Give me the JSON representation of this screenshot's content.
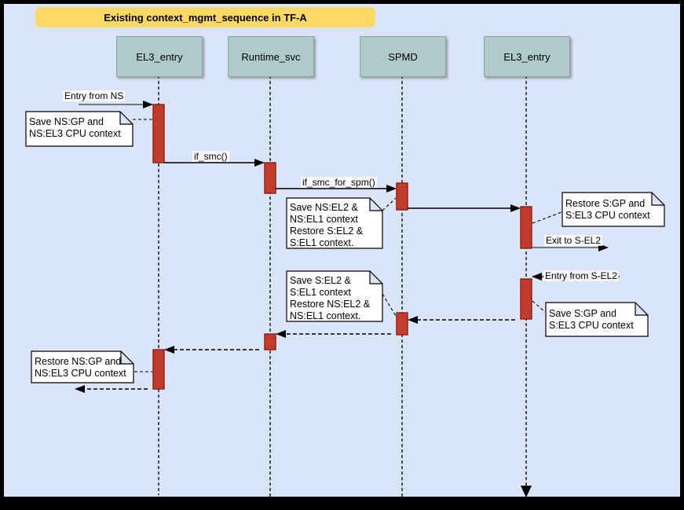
{
  "title": "Existing context_mgmt_sequence in TF-A",
  "actors": [
    {
      "label": "EL3_entry"
    },
    {
      "label": "Runtime_svc"
    },
    {
      "label": "SPMD"
    },
    {
      "label": "EL3_entry"
    }
  ],
  "messages": {
    "entry_from_ns": "Entry from NS",
    "if_smc": "if_smc()",
    "if_smc_for_spm": "if_smc_for_spm()",
    "exit_to_s_el2": "Exit to S-EL2",
    "entry_from_s_el2": "Entry from S-EL2"
  },
  "notes": {
    "save_ns_context": "Save NS:GP and\nNS:EL3 CPU context",
    "save_ns_el2_el1": "Save NS:EL2 &\nNS:EL1 context\nRestore S:EL2 &\nS:EL1 context.",
    "restore_s_context": "Restore S:GP and\nS:EL3 CPU context",
    "save_s_context": "Save S:GP and\nS:EL3 CPU context",
    "save_s_el2_el1": "Save S:EL2 &\nS:EL1 context\nRestore NS:EL2 &\nNS:EL1 context.",
    "restore_ns_context": "Restore NS:GP and\nNS:EL3 CPU context"
  },
  "colors": {
    "background": "#dbe5f9",
    "frame": "#000000",
    "banner": "#ffd966",
    "actor_fill": "#aecbc9",
    "activation_fill": "#c23b2c",
    "activation_border": "#8c1d10",
    "note_fill": "#ffffff",
    "gray_arrow": "#565656"
  }
}
